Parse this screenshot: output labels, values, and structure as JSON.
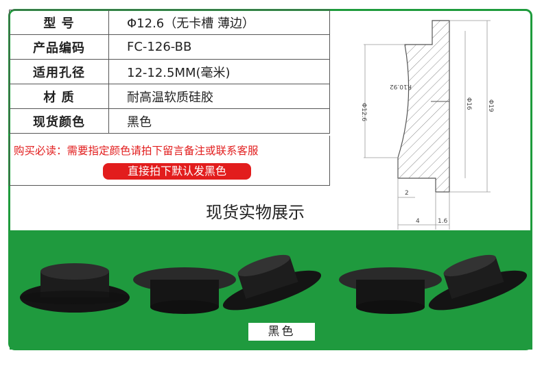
{
  "spec_rows": [
    {
      "key": "型  号",
      "value": "Φ12.6（无卡槽 薄边）"
    },
    {
      "key": "产品编码",
      "value": "FC-126-BB"
    },
    {
      "key": "适用孔径",
      "value": "12-12.5MM(毫米)"
    },
    {
      "key": "材  质",
      "value": "耐高温软质硅胶"
    },
    {
      "key": "现货颜色",
      "value": "黑色"
    }
  ],
  "notice": {
    "line1": "购买必读：需要指定颜色请拍下留言备注或联系客服",
    "button": "直接拍下默认发黑色"
  },
  "section_title": "现货实物展示",
  "drawing": {
    "dims": [
      "Φ12.6",
      "R10.92",
      "Φ16",
      "Φ19",
      "2",
      "4",
      "1.6"
    ]
  },
  "photo": {
    "color_label": "黑色"
  },
  "colors": {
    "accent_green": "#1e9b3c",
    "red": "#e21d1d"
  }
}
